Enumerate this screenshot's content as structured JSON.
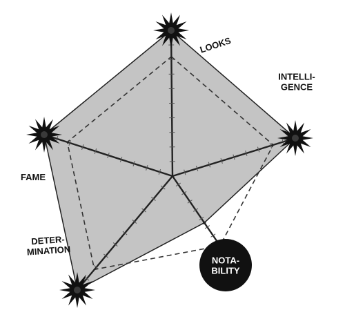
{
  "chart_data": {
    "type": "radar",
    "title": "",
    "range": [
      0,
      1
    ],
    "grid": "dashed inner pentagon",
    "axes": [
      {
        "id": "looks",
        "label_lines": [
          "LOOKS"
        ],
        "label_style": "plain",
        "marker": "star"
      },
      {
        "id": "intelligence",
        "label_lines": [
          "INTELLI-",
          "GENCE"
        ],
        "label_style": "plain",
        "marker": "star"
      },
      {
        "id": "notability",
        "label_lines": [
          "NOTA-",
          "BILITY"
        ],
        "label_style": "black-circle",
        "marker": "none"
      },
      {
        "id": "determination",
        "label_lines": [
          "DETER-",
          "MINATION"
        ],
        "label_style": "plain",
        "marker": "star"
      },
      {
        "id": "fame",
        "label_lines": [
          "FAME"
        ],
        "label_style": "plain",
        "marker": "star"
      }
    ],
    "series": [
      {
        "values": [
          1.0,
          1.0,
          0.55,
          1.0,
          1.0
        ],
        "color": "#c4c4c4"
      }
    ],
    "colors": {
      "fill": "#c4c4c4",
      "line": "#222222",
      "star": "#111111",
      "text": "#111111"
    }
  }
}
